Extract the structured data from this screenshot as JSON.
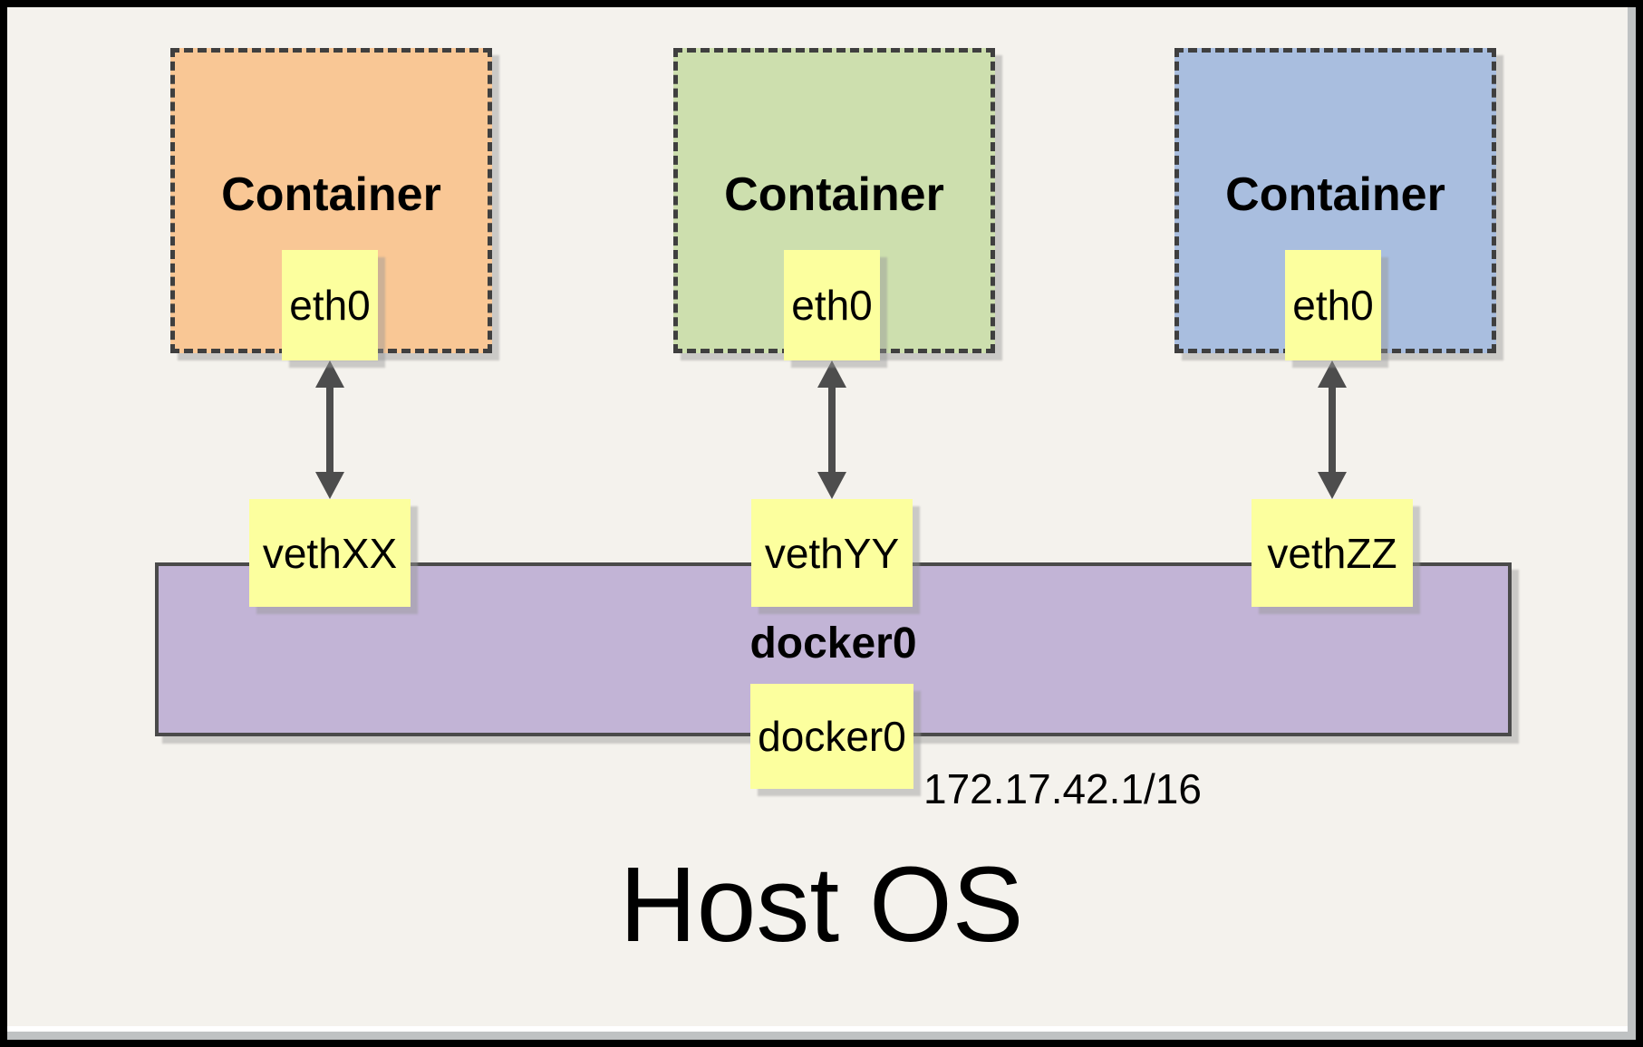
{
  "page": {
    "host_os_label": "Host OS",
    "background": "#F4F2ED",
    "frame_color": "#000000"
  },
  "bridge": {
    "name": "docker0",
    "interface": "docker0",
    "ip": "172.17.42.1/16",
    "fill": "#C2B4D6"
  },
  "containers": [
    {
      "title": "Container",
      "fill": "#F9C795",
      "interface": "eth0",
      "veth": "vethXX"
    },
    {
      "title": "Container",
      "fill": "#CDDFAE",
      "interface": "eth0",
      "veth": "vethYY"
    },
    {
      "title": "Container",
      "fill": "#A9BEDF",
      "interface": "eth0",
      "veth": "vethZZ"
    }
  ],
  "colors": {
    "note_fill": "#FCFF9E",
    "dashed_border": "#3F3F3F",
    "bar_border": "#4A4A4A",
    "arrow": "#4D4D4D"
  }
}
